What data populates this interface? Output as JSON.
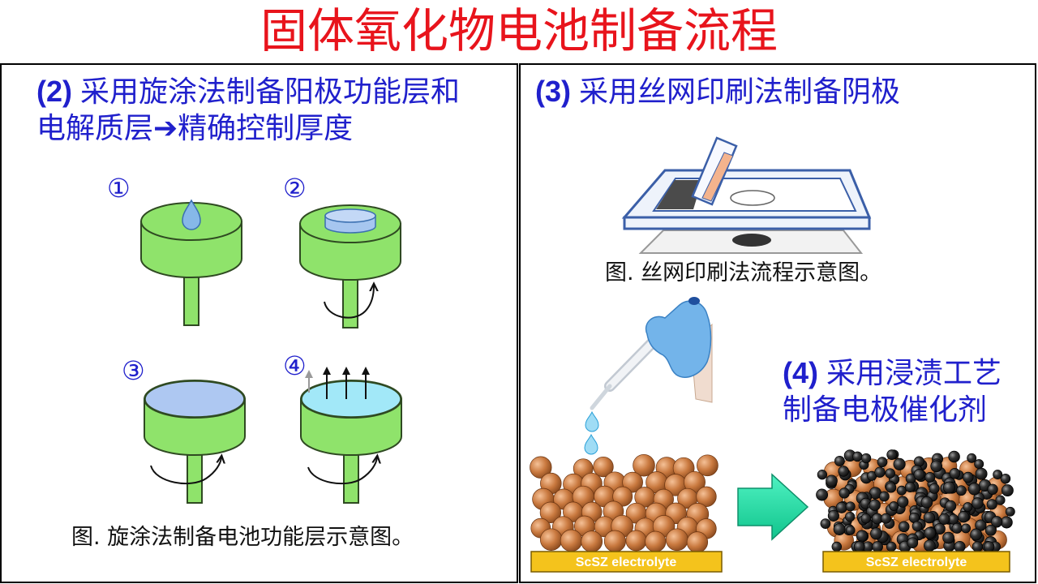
{
  "slide": {
    "title": "固体氧化物电池制备流程"
  },
  "left_panel": {
    "heading_number": "(2)",
    "heading_line1": "采用旋涂法制备阳极功能层和",
    "heading_line2": "电解质层➔精确控制厚度",
    "steps": [
      "①",
      "②",
      "③",
      "④"
    ],
    "caption": "图. 旋涂法制备电池功能层示意图。"
  },
  "right_panel": {
    "heading_number": "(3)",
    "heading": "采用丝网印刷法制备阴极",
    "screen_print_caption": "图. 丝网印刷法流程示意图。",
    "impregnation_number": "(4)",
    "impregnation_line1": "采用浸渍工艺",
    "impregnation_line2": "制备电极催化剂",
    "electrolyte_label_before": "ScSZ electrolyte",
    "electrolyte_label_after": "ScSZ electrolyte"
  },
  "illustrations": {
    "spin_coater": "spin-coater-icon",
    "screen_printer": "screen-printing-frame-icon",
    "pipette": "pipette-icon",
    "process_arrow": "right-arrow-icon"
  },
  "colors": {
    "title": "#e8141c",
    "heading": "#2020cc",
    "spin_coater": "#8fe36b",
    "electrolyte_bar": "#f4c31c",
    "electrolyte_particle": "#c9793f",
    "catalyst_particle": "#222222",
    "process_arrow": "#1fd9a0"
  }
}
